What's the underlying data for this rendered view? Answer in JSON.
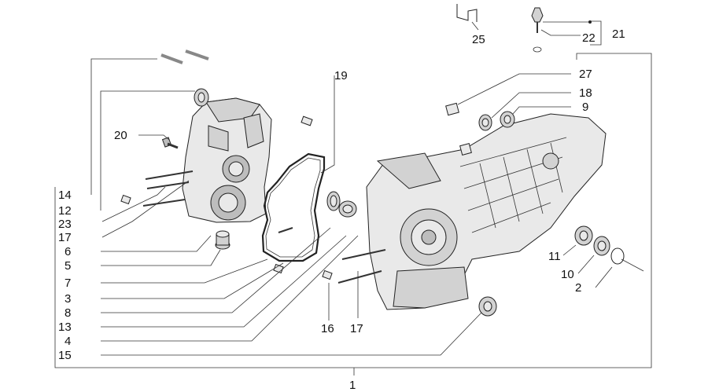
{
  "callouts": {
    "c1": "1",
    "c2": "2",
    "c3": "3",
    "c4": "4",
    "c5": "5",
    "c6": "6",
    "c7": "7",
    "c8": "8",
    "c9": "9",
    "c10": "10",
    "c11": "11",
    "c12": "12",
    "c13": "13",
    "c14": "14",
    "c15": "15",
    "c16": "16",
    "c17a": "17",
    "c17b": "17",
    "c18": "18",
    "c19": "19",
    "c20": "20",
    "c21": "21",
    "c22": "22",
    "c23": "23",
    "c25": "25",
    "c27": "27"
  },
  "colors": {
    "line": "#333333",
    "casing": "#e9e9e9",
    "shade": "#bdbdbd"
  }
}
